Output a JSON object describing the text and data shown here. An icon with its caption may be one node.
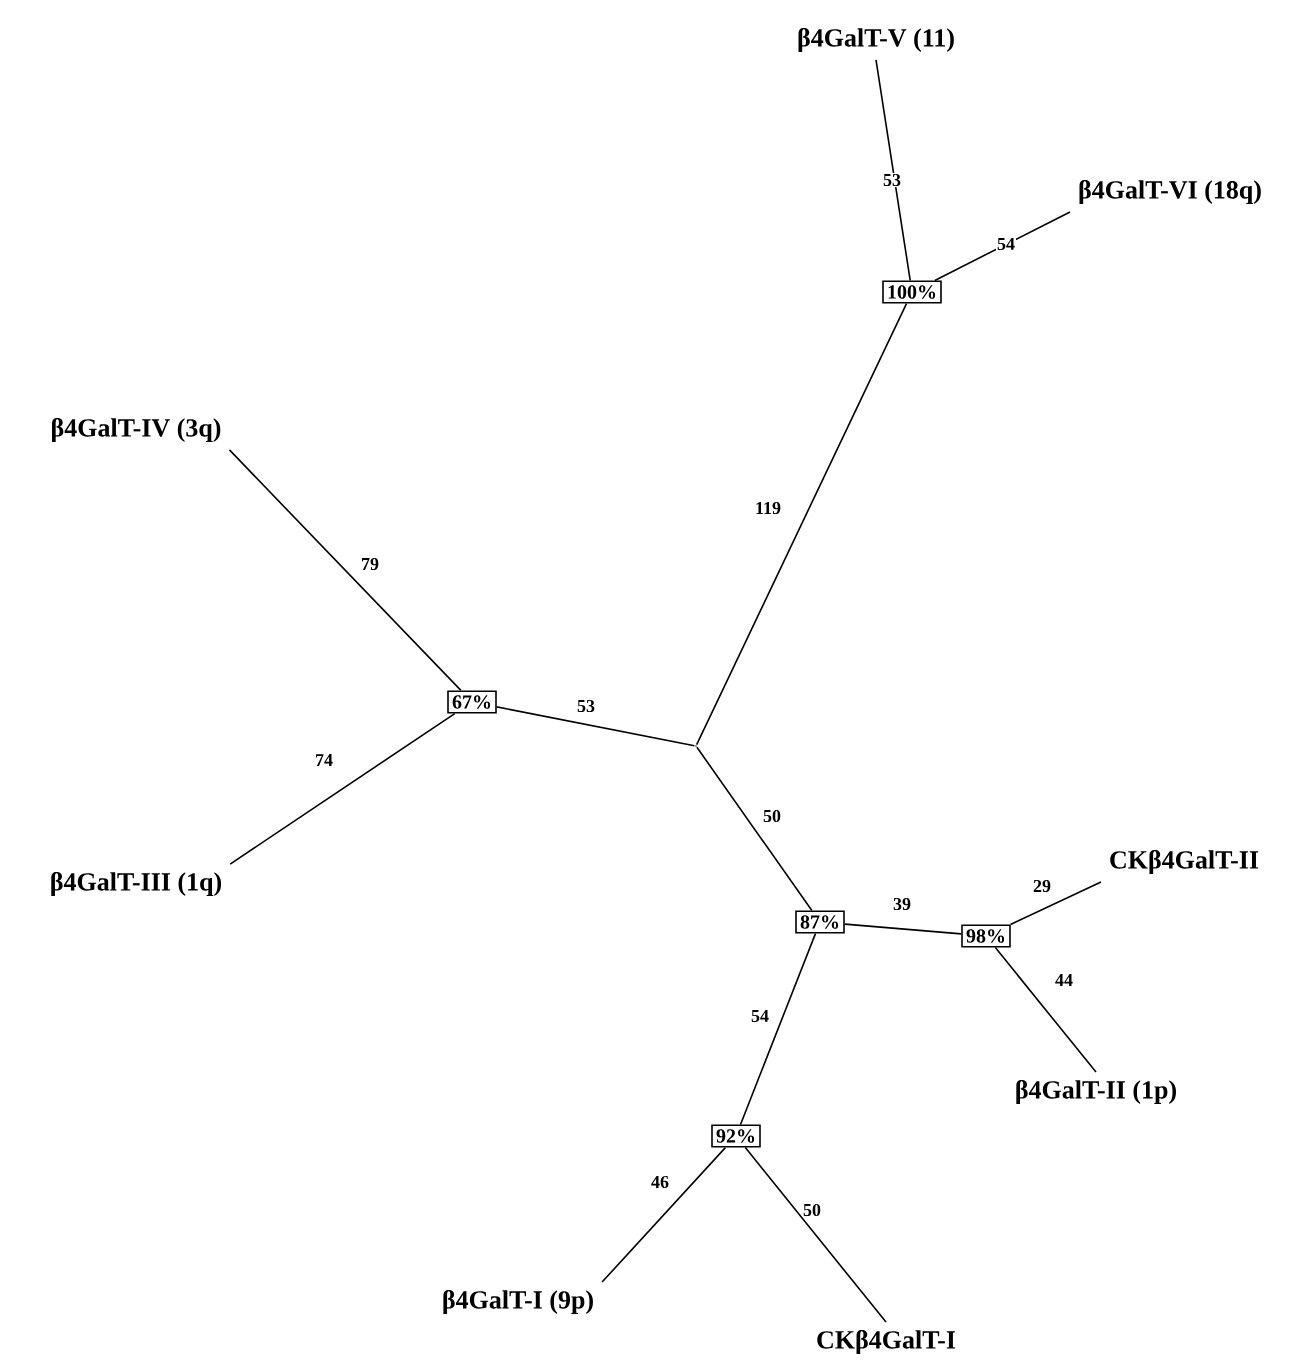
{
  "diagram": {
    "nodes": [
      {
        "text": [
          "β4GalT-V (11)"
        ]
      },
      {
        "text": [
          "β4GalT-VI (18q)"
        ]
      },
      {
        "text": [
          "100%"
        ]
      },
      {
        "text": [
          "β4GalT-IV (3q)"
        ]
      },
      {
        "text": [
          "67%"
        ]
      },
      {
        "text": [
          "β4GalT-III (1q)"
        ]
      },
      {
        "text": [],
        "shape": "point"
      },
      {
        "text": [
          "87%"
        ]
      },
      {
        "text": [
          "98%"
        ]
      },
      {
        "text": [
          "CKβ4GalT-II"
        ]
      },
      {
        "text": [
          "β4GalT-II (1p)"
        ]
      },
      {
        "text": [
          "92%"
        ]
      },
      {
        "text": [
          "β4GalT-I (9p)"
        ]
      },
      {
        "text": [
          "CKβ4GalT-I"
        ]
      }
    ],
    "edges": [
      {
        "from": 2,
        "to": 0,
        "arrow": "none",
        "label": "53"
      },
      {
        "from": 2,
        "to": 1,
        "arrow": "none",
        "label": "54"
      },
      {
        "from": 6,
        "to": 2,
        "arrow": "none",
        "label": "119"
      },
      {
        "from": 4,
        "to": 3,
        "arrow": "none",
        "label": "79"
      },
      {
        "from": 4,
        "to": 5,
        "arrow": "none",
        "label": "74"
      },
      {
        "from": 6,
        "to": 4,
        "arrow": "none",
        "label": "53"
      },
      {
        "from": 6,
        "to": 7,
        "arrow": "none",
        "label": "50"
      },
      {
        "from": 7,
        "to": 8,
        "arrow": "none",
        "label": "39"
      },
      {
        "from": 8,
        "to": 9,
        "arrow": "none",
        "label": "29"
      },
      {
        "from": 8,
        "to": 10,
        "arrow": "none",
        "label": "44"
      },
      {
        "from": 7,
        "to": 11,
        "arrow": "none",
        "label": "54"
      },
      {
        "from": 11,
        "to": 12,
        "arrow": "none",
        "label": "46"
      },
      {
        "from": 11,
        "to": 13,
        "arrow": "none",
        "label": "50"
      }
    ]
  }
}
